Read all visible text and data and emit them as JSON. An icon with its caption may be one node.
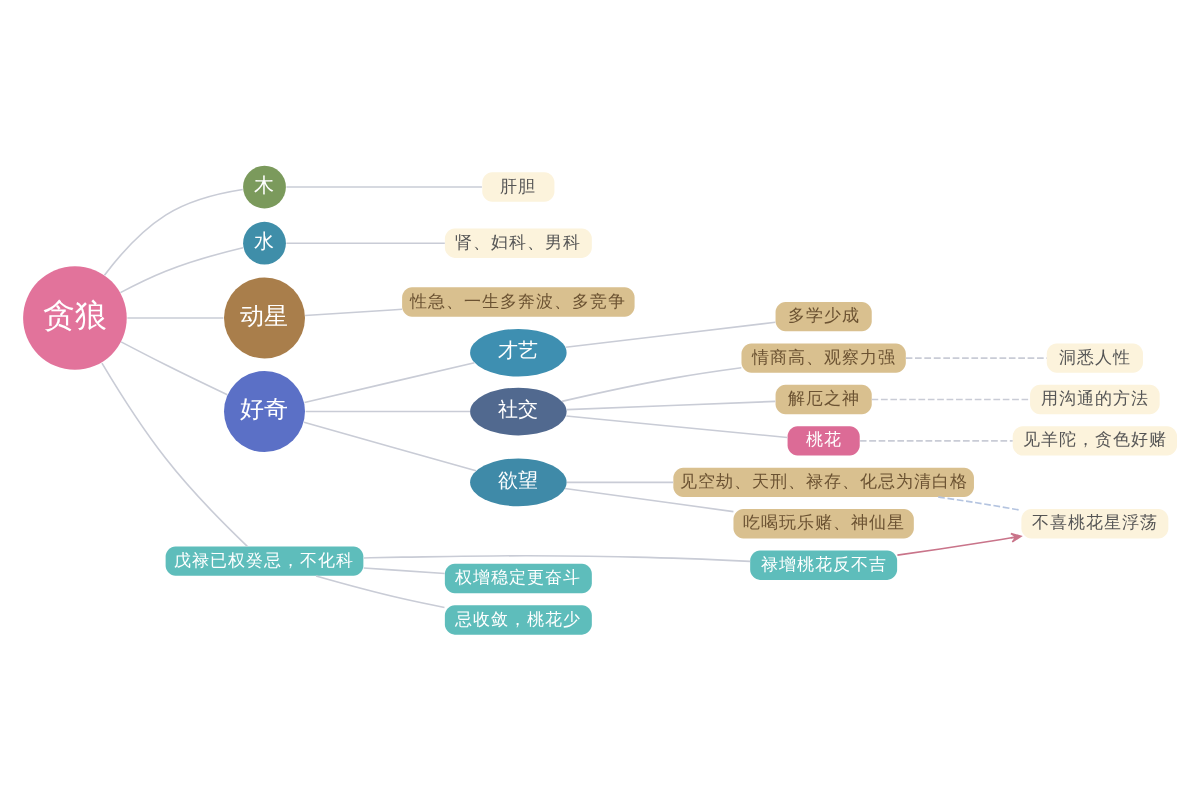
{
  "diagram": {
    "nodes": [
      {
        "text": [
          "贪狼"
        ]
      },
      {
        "text": [
          "木"
        ]
      },
      {
        "text": [
          "肝胆"
        ]
      },
      {
        "text": [
          "水"
        ]
      },
      {
        "text": [
          "肾、妇科、男科"
        ]
      },
      {
        "text": [
          "动星"
        ]
      },
      {
        "text": [
          "性急、一生多奔波、多竞争"
        ]
      },
      {
        "text": [
          "好奇"
        ]
      },
      {
        "text": [
          "才艺"
        ]
      },
      {
        "text": [
          "多学少成"
        ]
      },
      {
        "text": [
          "社交"
        ]
      },
      {
        "text": [
          "情商高、观察力强"
        ]
      },
      {
        "text": [
          "洞悉人性"
        ]
      },
      {
        "text": [
          "解厄之神"
        ]
      },
      {
        "text": [
          "用沟通的方法"
        ]
      },
      {
        "text": [
          "桃花"
        ]
      },
      {
        "text": [
          "见羊陀，贪色好赌"
        ]
      },
      {
        "text": [
          "欲望"
        ]
      },
      {
        "text": [
          "见空劫、天刑、禄存、化忌为清白格"
        ]
      },
      {
        "text": [
          "吃喝玩乐赌、神仙星"
        ]
      },
      {
        "text": [
          "戊禄已权癸忌，不化科"
        ]
      },
      {
        "text": [
          "禄增桃花反不吉"
        ]
      },
      {
        "text": [
          "权增稳定更奋斗"
        ]
      },
      {
        "text": [
          "忌收敛，桃花少"
        ]
      },
      {
        "text": [
          "不喜桃花星浮荡"
        ]
      }
    ],
    "edges": [
      {
        "from": 0,
        "to": 1,
        "arrow": "none"
      },
      {
        "from": 1,
        "to": 2,
        "arrow": "none"
      },
      {
        "from": 0,
        "to": 3,
        "arrow": "none"
      },
      {
        "from": 3,
        "to": 4,
        "arrow": "none"
      },
      {
        "from": 0,
        "to": 5,
        "arrow": "none"
      },
      {
        "from": 5,
        "to": 6,
        "arrow": "none"
      },
      {
        "from": 0,
        "to": 7,
        "arrow": "none"
      },
      {
        "from": 7,
        "to": 8,
        "arrow": "none"
      },
      {
        "from": 8,
        "to": 9,
        "arrow": "none"
      },
      {
        "from": 7,
        "to": 10,
        "arrow": "none"
      },
      {
        "from": 10,
        "to": 11,
        "arrow": "none"
      },
      {
        "from": 11,
        "to": 12,
        "arrow": "none",
        "style": "dashed"
      },
      {
        "from": 10,
        "to": 13,
        "arrow": "none"
      },
      {
        "from": 13,
        "to": 14,
        "arrow": "none",
        "style": "dashed"
      },
      {
        "from": 10,
        "to": 15,
        "arrow": "none"
      },
      {
        "from": 15,
        "to": 16,
        "arrow": "none",
        "style": "dashed"
      },
      {
        "from": 7,
        "to": 17,
        "arrow": "none"
      },
      {
        "from": 17,
        "to": 18,
        "arrow": "none"
      },
      {
        "from": 17,
        "to": 19,
        "arrow": "none"
      },
      {
        "from": 0,
        "to": 20,
        "arrow": "none"
      },
      {
        "from": 20,
        "to": 21,
        "arrow": "none"
      },
      {
        "from": 20,
        "to": 22,
        "arrow": "none"
      },
      {
        "from": 20,
        "to": 23,
        "arrow": "none"
      },
      {
        "from": 21,
        "to": 24,
        "arrow": "to",
        "color": "#c9748a"
      },
      {
        "from": 18,
        "to": 24,
        "arrow": "none",
        "style": "dashed",
        "color": "#b4c4e0"
      }
    ]
  }
}
